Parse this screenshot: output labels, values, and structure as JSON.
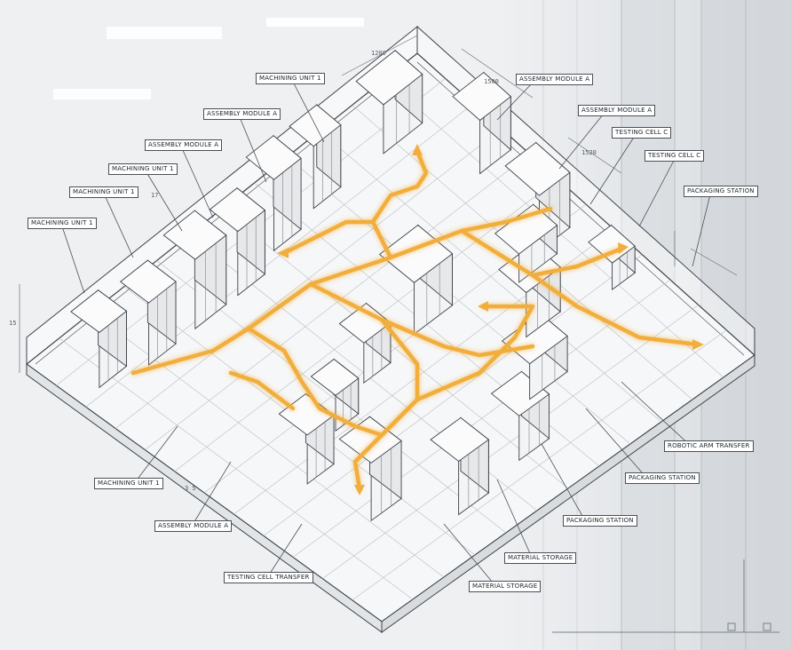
{
  "labels": {
    "machining_unit_1_top": "MACHINING UNIT 1",
    "assembly_module_a_top": "ASSEMBLY MODULE A",
    "assembly_module_a_left": "ASSEMBLY MODULE A",
    "machining_unit_1_left1": "MACHINING UNIT 1",
    "machining_unit_1_left2": "MACHINING UNIT 1",
    "machining_unit_1_left3": "MACHINING UNIT 1",
    "assembly_module_a_right1": "ASSEMBLY MODULE A",
    "assembly_module_a_right2": "ASSEMBLY MODULE A",
    "testing_cell_c_1": "TESTING CELL C",
    "testing_cell_c_2": "TESTING CELL C",
    "packaging_station_right": "PACKAGING STATION",
    "robotic_arm_transfer": "ROBOTIC ARM TRANSFER",
    "packaging_station_mid": "PACKAGING STATION",
    "packaging_station_low": "PACKAGING STATION",
    "material_storage_1": "MATERIAL STORAGE",
    "material_storage_2": "MATERIAL STORAGE",
    "machining_unit_1_bottom": "MACHINING UNIT 1",
    "assembly_module_a_bottom": "ASSEMBLY MODULE A",
    "testing_cell_transfer": "TESTING CELL TRANSFER"
  },
  "dimensions": {
    "d1": "1200",
    "d2": "1500",
    "d3": "1520",
    "d4": "17",
    "d5": "15",
    "d6": "3 5"
  },
  "colors": {
    "background": "#eef0f2",
    "line": "#3d434a",
    "flow": "#f2ae3c",
    "flow_glow": "#f7cf80"
  }
}
